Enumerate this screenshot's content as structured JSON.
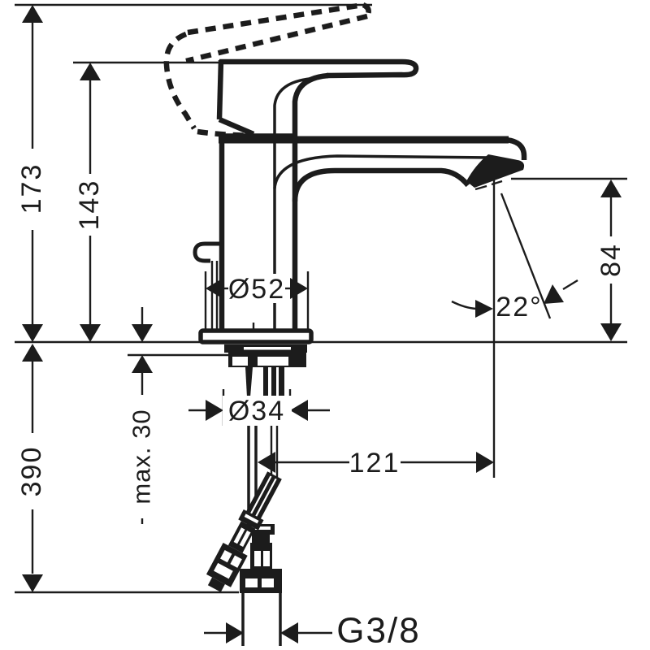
{
  "page": {
    "background_color": "#ffffff",
    "line_color": "#1c1c1c"
  },
  "drawing": {
    "kind": "faucet installation dimension drawing",
    "dimensions": {
      "handle_raised_height": "173",
      "body_height": "143",
      "under_counter_depth": "390",
      "max_counter_thickness": "max. 30",
      "base_diameter": "Ø52",
      "mounting_hole_diameter": "Ø34",
      "spout_reach": "121",
      "outlet_height": "84",
      "outlet_angle": "22°",
      "connection_thread": "G3/8"
    }
  }
}
